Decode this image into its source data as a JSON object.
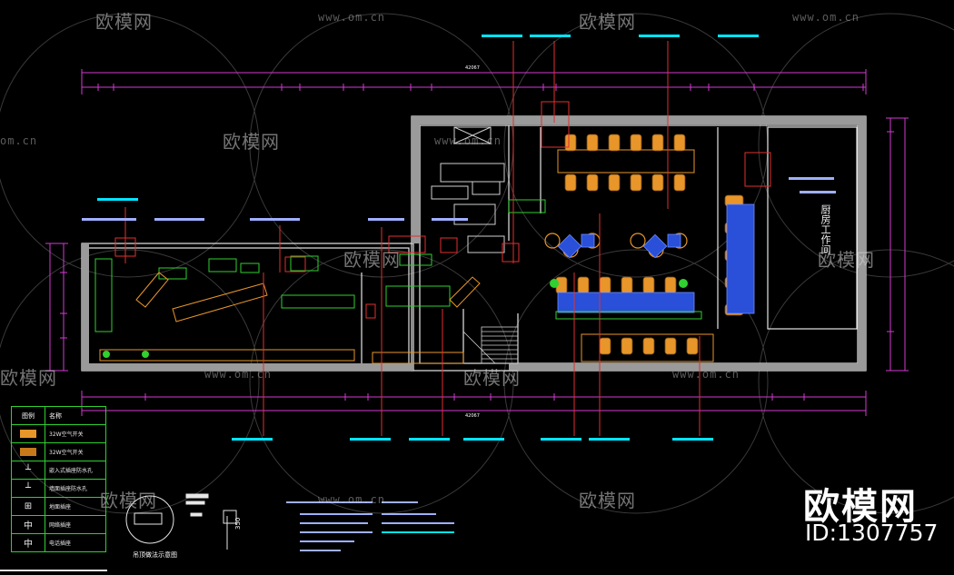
{
  "drawing": {
    "total_width_dim": "42067",
    "section_dim": "350",
    "room_label": "厨房工作间",
    "detail_caption": "吊顶做法示意图",
    "colors": {
      "background": "#000000",
      "wall": "#e6e6e6",
      "dimension": "#d23ad2",
      "leader": "#e03030",
      "callout": "#00e5ff",
      "fixture": "#2fd02f",
      "furniture": "#e8962a",
      "table": "#3a66ff"
    }
  },
  "watermarks": {
    "site": "欧模网",
    "url": "www.om.cn",
    "url_partial": "om.cn"
  },
  "brand": {
    "name": "欧模网",
    "id": "ID:1307757"
  },
  "legend": {
    "header_symbol": "图例",
    "header_name": "名称",
    "rows": [
      {
        "name": "32W空气开关",
        "icon": "orange-swatch"
      },
      {
        "name": "32W空气开关",
        "icon": "orange-swatch"
      },
      {
        "name": "嵌入式插座防水孔",
        "icon": "socket-symbol"
      },
      {
        "name": "墙面插座防水孔",
        "icon": "socket-symbol"
      },
      {
        "name": "地面插座",
        "icon": "floor-socket-symbol"
      },
      {
        "name": "网络插座",
        "icon": "network-symbol"
      },
      {
        "name": "电话插座",
        "icon": "phone-symbol"
      }
    ]
  }
}
